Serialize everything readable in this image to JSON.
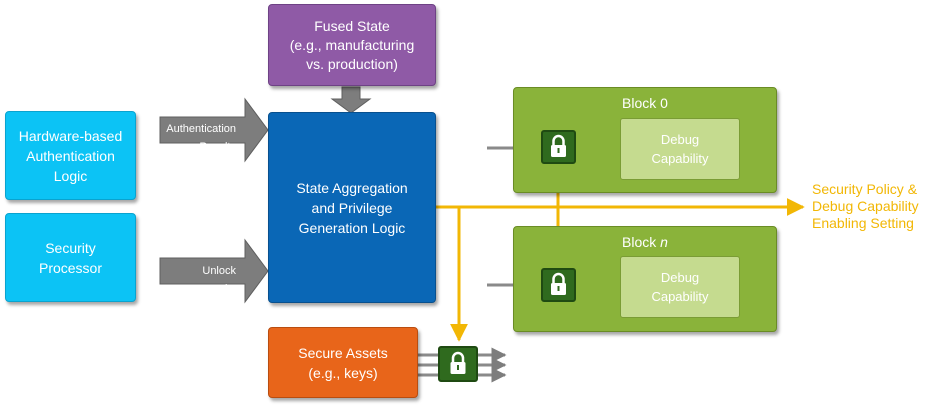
{
  "fused_state": {
    "text": "Fused State\n(e.g., manufacturing\nvs. production)"
  },
  "hw_auth": {
    "text": "Hardware-based\nAuthentication\nLogic"
  },
  "security_processor": {
    "text": "Security\nProcessor"
  },
  "auth_arrow": {
    "text": "Authentication\nResults"
  },
  "unlock_arrow": {
    "text": "Unlock\nResults"
  },
  "state_aggregation": {
    "text": "State Aggregation\nand Privilege\nGeneration Logic"
  },
  "secure_assets": {
    "text": "Secure Assets\n(e.g., keys)"
  },
  "block0": {
    "title": "Block 0",
    "debug": "Debug\nCapability"
  },
  "blockn": {
    "title_prefix": "Block ",
    "title_var": "n",
    "debug": "Debug\nCapability"
  },
  "policy": {
    "text": "Security Policy &\nDebug Capability\nEnabling Setting"
  },
  "colors": {
    "cyan": "#0cc3f5",
    "purple": "#8f5aa6",
    "blue": "#0a67b6",
    "orange": "#e8651a",
    "green": "#8ab33a",
    "light_green": "#c5db8f",
    "lock": "#2f6a1e",
    "yellow": "#f2b705",
    "gray": "#7d7d7d"
  },
  "icons": [
    "lock-icon",
    "lock-icon",
    "lock-icon"
  ]
}
